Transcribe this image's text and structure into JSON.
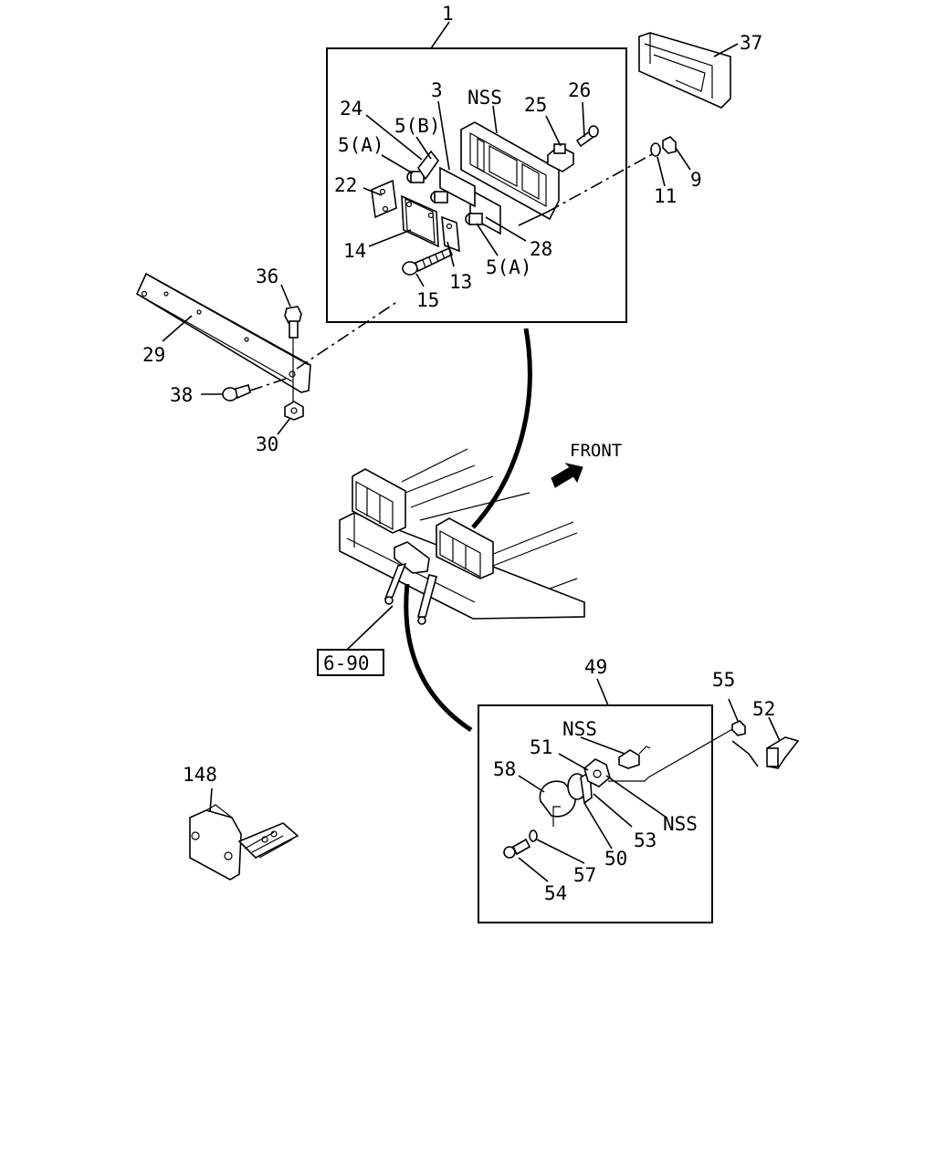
{
  "labels": {
    "l1": "1",
    "l37": "37",
    "l24": "24",
    "l3": "3",
    "nss_top": "NSS",
    "l25": "25",
    "l26": "26",
    "l5b": "5(B)",
    "l5a_left": "5(A)",
    "l22": "22",
    "l14": "14",
    "l13": "13",
    "l15": "15",
    "l5a_bottom": "5(A)",
    "l28": "28",
    "l11": "11",
    "l9": "9",
    "l36": "36",
    "l29": "29",
    "l38": "38",
    "l30": "30",
    "front": "FRONT",
    "ref_690": "6-90",
    "l49": "49",
    "l55": "55",
    "l52": "52",
    "nss_mid": "NSS",
    "l51": "51",
    "l58": "58",
    "nss_right": "NSS",
    "l53": "53",
    "l50": "50",
    "l57": "57",
    "l54": "54",
    "l148": "148"
  }
}
